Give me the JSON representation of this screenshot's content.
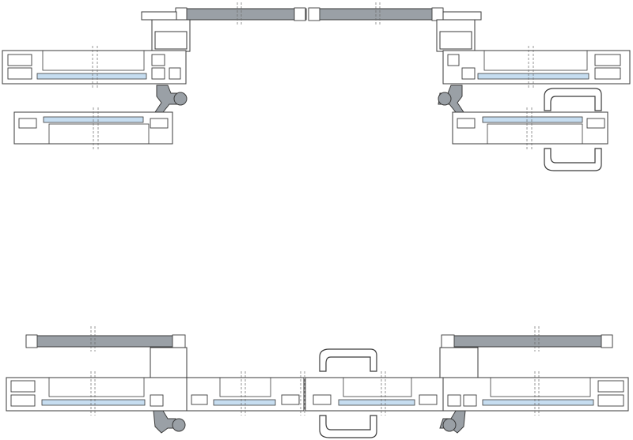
{
  "diagram": {
    "kind": "sliding-door-section-details",
    "palette": {
      "glass": "#c6ddf0",
      "steel": "#9aa0a6",
      "outline": "#3a3a3a",
      "background": "#ffffff"
    },
    "details": [
      {
        "name": "top-left-detail"
      },
      {
        "name": "top-right-detail"
      },
      {
        "name": "bottom-left-detail"
      },
      {
        "name": "bottom-center-detail"
      },
      {
        "name": "bottom-right-detail"
      }
    ]
  }
}
